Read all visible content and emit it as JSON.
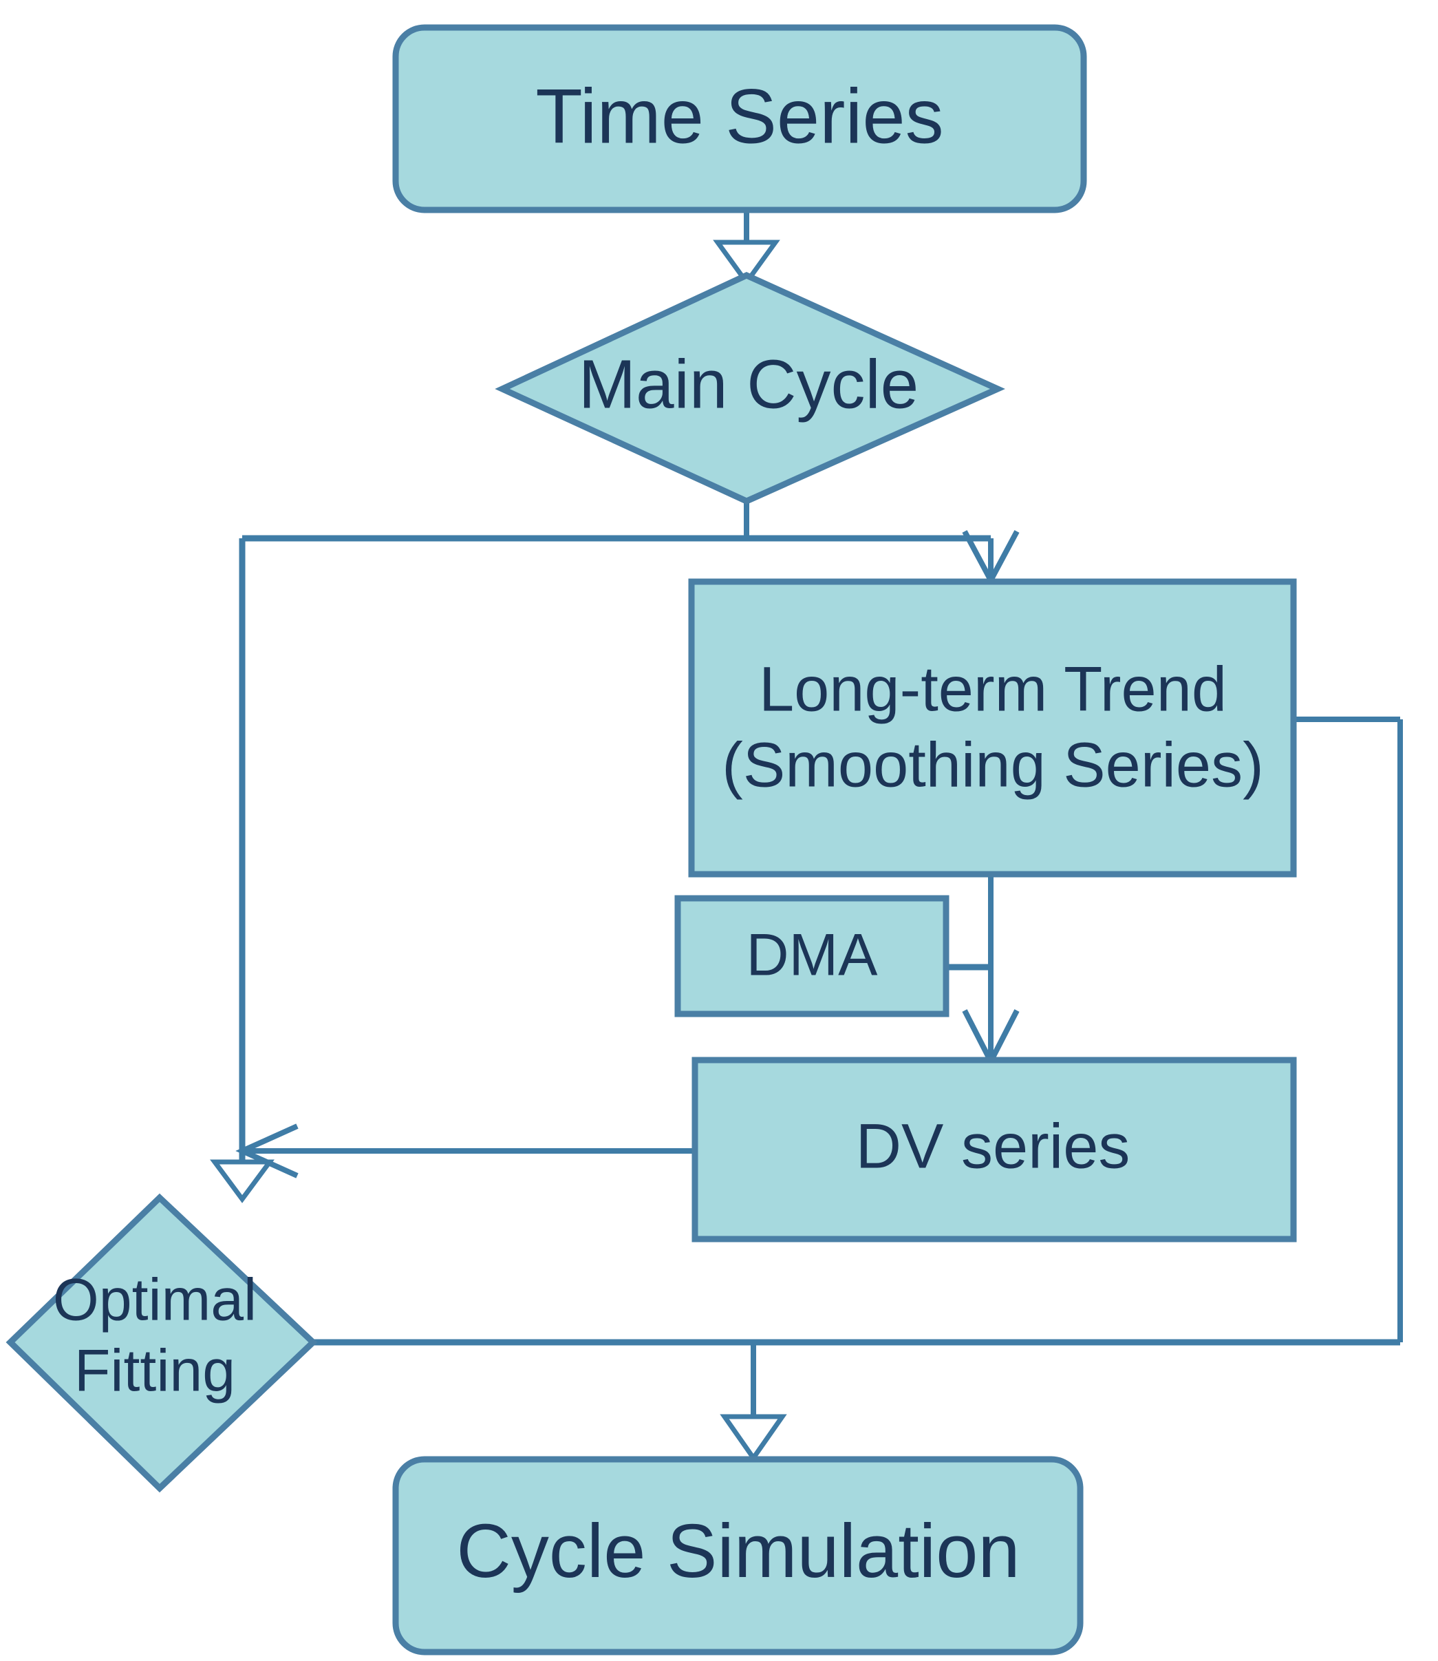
{
  "diagram": {
    "title": "Time series cycle decomposition flowchart",
    "type": "flowchart",
    "colors": {
      "node_fill": "#A6D9DE",
      "node_border": "#4A7FA5",
      "text": "#1C3557",
      "connector": "#3F7CA6",
      "background": "#FFFFFF"
    },
    "nodes": [
      {
        "id": "time-series",
        "shape": "rounded-rect",
        "label": "Time Series"
      },
      {
        "id": "main-cycle",
        "shape": "diamond",
        "label": "Main Cycle"
      },
      {
        "id": "long-term-trend",
        "shape": "rect",
        "label_line1": "Long-term Trend",
        "label_line2": "(Smoothing Series)"
      },
      {
        "id": "dma",
        "shape": "rect",
        "label": "DMA"
      },
      {
        "id": "dv-series",
        "shape": "rect",
        "label": "DV series"
      },
      {
        "id": "optimal-fitting",
        "shape": "diamond",
        "label_line1": "Optimal",
        "label_line2": "Fitting"
      },
      {
        "id": "cycle-simulation",
        "shape": "rounded-rect",
        "label": "Cycle Simulation"
      }
    ],
    "edges": [
      {
        "from": "time-series",
        "to": "main-cycle",
        "arrow": "hollow-triangle"
      },
      {
        "from": "main-cycle",
        "to": "long-term-trend",
        "arrow": "open-v"
      },
      {
        "from": "main-cycle",
        "to": "optimal-fitting",
        "arrow": "hollow-triangle"
      },
      {
        "from": "long-term-trend",
        "to": "dv-series",
        "arrow": "open-v"
      },
      {
        "from": "dma",
        "to": "long-term-trend",
        "arrow": "none"
      },
      {
        "from": "dv-series",
        "to": "optimal-fitting",
        "arrow": "open-v"
      },
      {
        "from": "long-term-trend",
        "to": "optimal-fitting",
        "arrow": "none"
      },
      {
        "from": "optimal-fitting",
        "to": "cycle-simulation",
        "arrow": "hollow-triangle"
      }
    ]
  }
}
